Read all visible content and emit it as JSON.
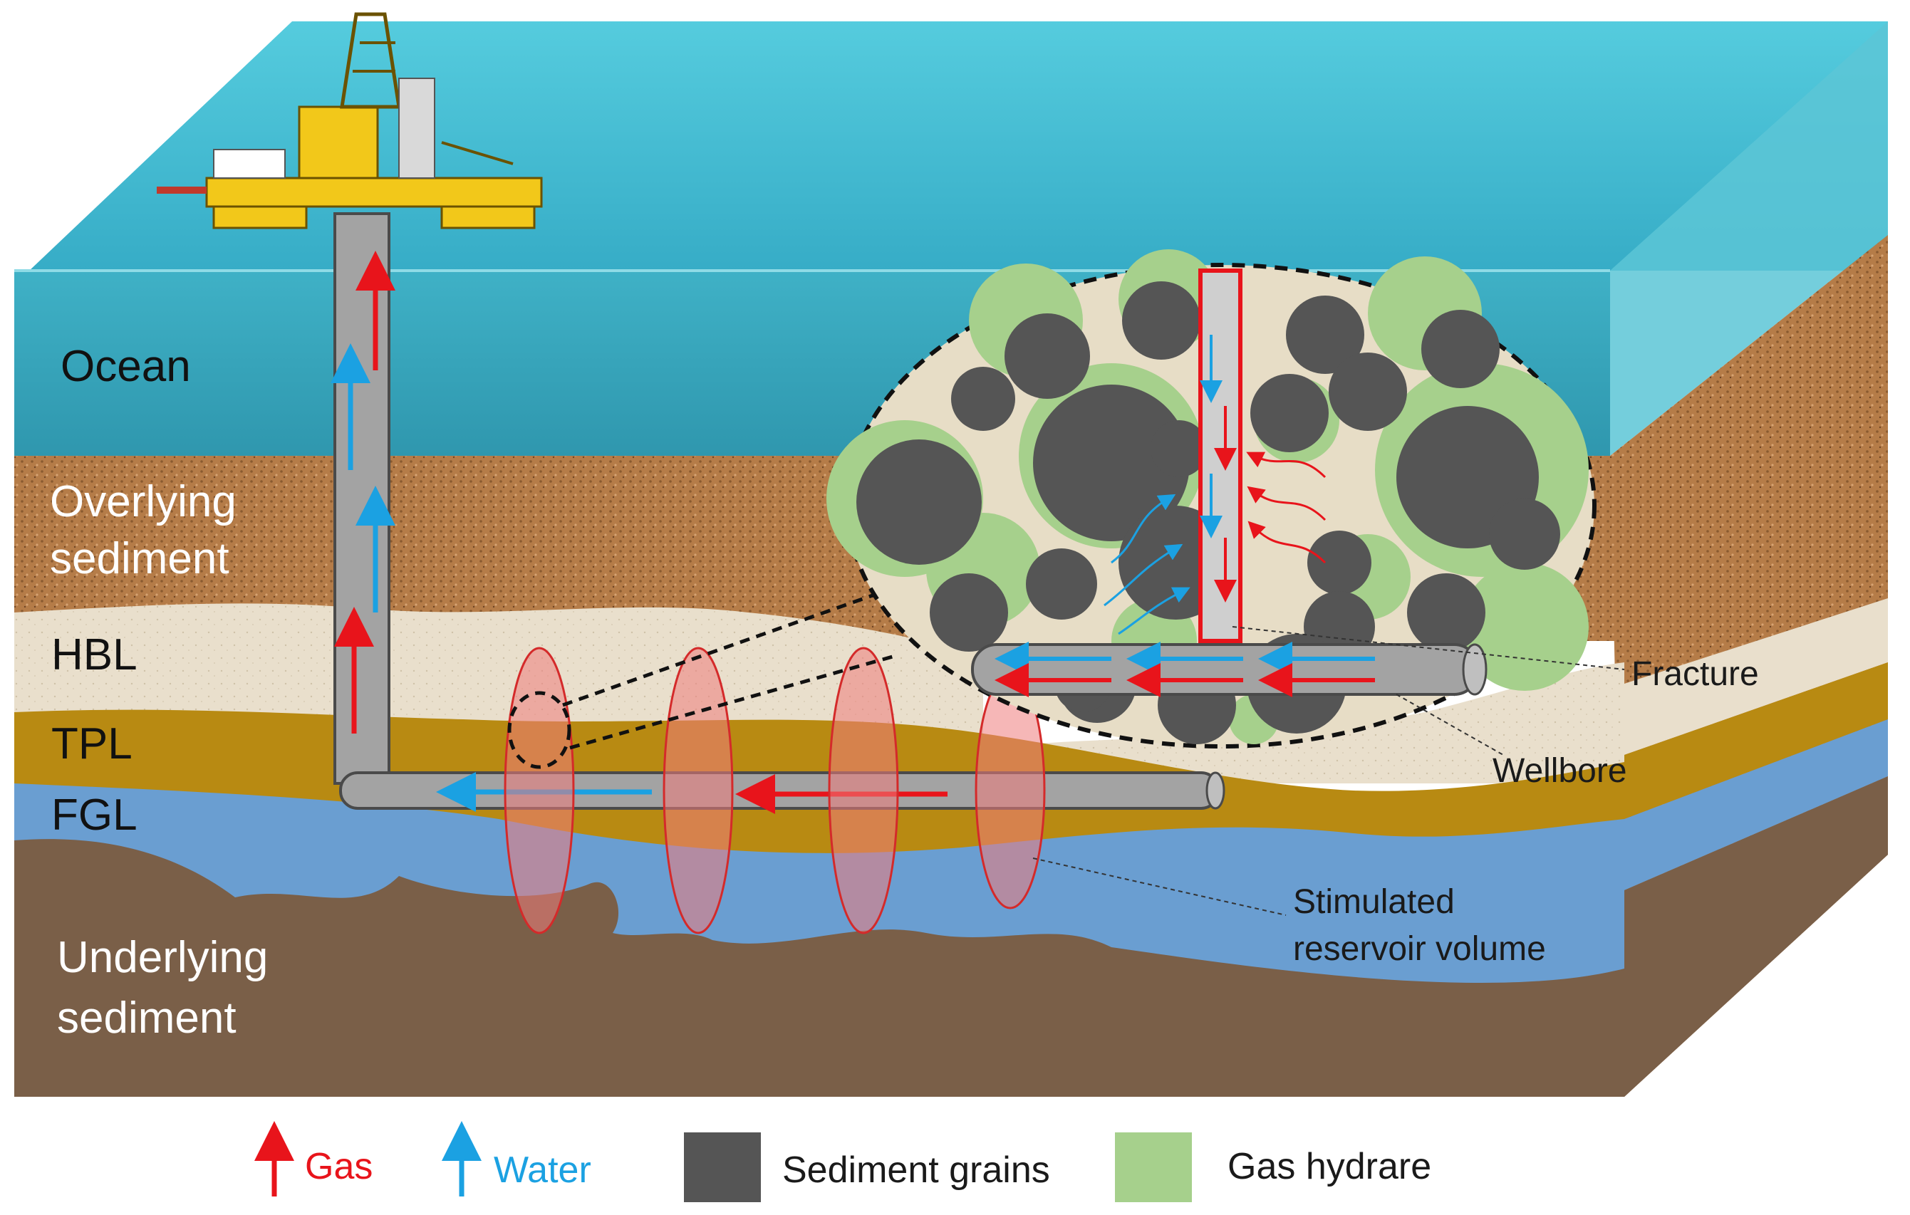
{
  "layers": {
    "ocean": "Ocean",
    "overlying_line1": "Overlying",
    "overlying_line2": "sediment",
    "hbl": "HBL",
    "tpl": "TPL",
    "fgl": "FGL",
    "underlying_line1": "Underlying",
    "underlying_line2": "sediment"
  },
  "callouts": {
    "fracture": "Fracture",
    "wellbore": "Wellbore",
    "srv_line1": "Stimulated",
    "srv_line2": "reservoir volume"
  },
  "legend": {
    "gas": "Gas",
    "water": "Water",
    "sediment_grains": "Sediment grains",
    "gas_hydrate": "Gas hydrare"
  },
  "colors": {
    "gas": "#e8141b",
    "water": "#1ba1e2",
    "sediment_grain": "#555555",
    "gas_hydrate": "#a6d08c",
    "ocean": "#3fb4cc",
    "overlying_sediment": "#b07a4a",
    "hbl": "#e9dfcc",
    "tpl": "#b88a12",
    "fgl": "#6a9ed1",
    "underlying_sediment": "#7a5f48",
    "pipe": "#a3a3a3",
    "platform": "#f2c81a"
  }
}
